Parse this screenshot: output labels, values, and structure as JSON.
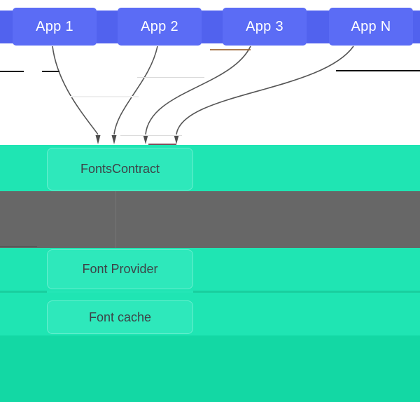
{
  "apps": {
    "bar_color": "#5162ee",
    "box_color": "#5b6cf5",
    "items": [
      {
        "label": "App 1"
      },
      {
        "label": "App 2"
      },
      {
        "label": "App 3"
      },
      {
        "label": "App N"
      }
    ]
  },
  "arrows": {
    "icon": "curved-arrow-down-icon",
    "count": 4,
    "color": "#565656",
    "description": "curved lines from each app converging onto FontsContract"
  },
  "layers": {
    "fonts_contract": {
      "label": "FontsContract"
    },
    "font_provider": {
      "label": "Font Provider"
    },
    "font_cache": {
      "label": "Font cache"
    }
  },
  "colors": {
    "teal_bar": "#1fe5b3",
    "teal_box": "#2ee8bb",
    "teal_footer": "#13d8a4",
    "gray_band": "#676767",
    "label_dark": "#3d4247",
    "label_light": "#ffffff"
  }
}
